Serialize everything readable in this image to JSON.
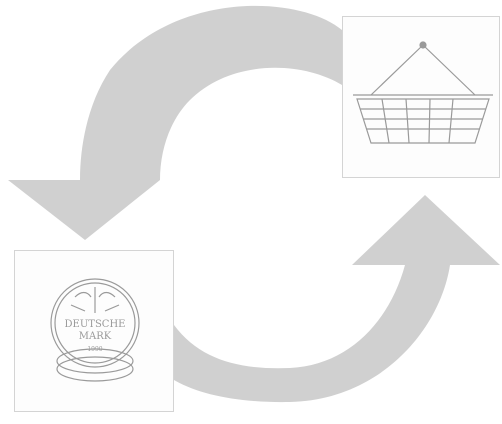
{
  "colors": {
    "arrow": "#d0d0d0",
    "line_art": "#9a9a9a",
    "panel_border": "#d4d4d4",
    "background": "#ffffff"
  },
  "panels": [
    {
      "name": "basket",
      "icon": "shopping-basket-icon"
    },
    {
      "name": "coin",
      "icon": "coin-stack-icon"
    }
  ],
  "coin": {
    "line1": "DEUTSCHE",
    "line2": "MARK",
    "year": "1990"
  }
}
